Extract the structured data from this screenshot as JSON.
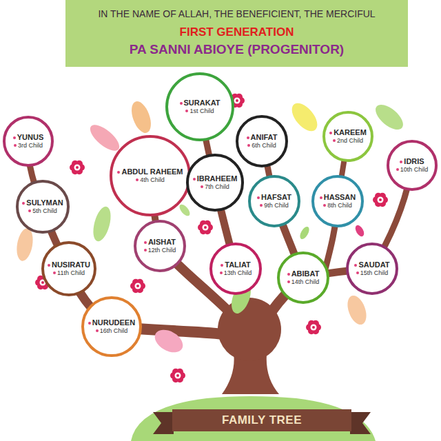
{
  "diagram": {
    "nodes": [
      {
        "text": [
          "IN THE NAME OF ALLAH, THE BENEFICIENT, THE MERCIFUL",
          "FIRST GENERATION",
          "PA SANNI ABIOYE (PROGENITOR)"
        ]
      },
      {
        "text": [
          "SURAKAT",
          "1st Child"
        ]
      },
      {
        "text": [
          "KAREEM",
          "2nd Child"
        ]
      },
      {
        "text": [
          "YUNUS",
          "3rd Child"
        ]
      },
      {
        "text": [
          "ANIFAT",
          "6th Child"
        ]
      },
      {
        "text": [
          "IDRIS",
          "10th Child"
        ]
      },
      {
        "text": [
          "ABDUL RAHEEM",
          "4th Child"
        ]
      },
      {
        "text": [
          "IBRAHEEM",
          "7th Child"
        ]
      },
      {
        "text": [
          "HAFSAT",
          "9th Child"
        ]
      },
      {
        "text": [
          "HASSAN",
          "8th Child"
        ]
      },
      {
        "text": [
          "SULYMAN",
          "5th Child"
        ]
      },
      {
        "text": [
          "AISHAT",
          "12th Child"
        ]
      },
      {
        "text": [
          "NUSIRATU",
          "11th Child"
        ]
      },
      {
        "text": [
          "TALIAT",
          "13th Child"
        ]
      },
      {
        "text": [
          "SAUDAT",
          "15th Child"
        ]
      },
      {
        "text": [
          "ABIBAT",
          "14th Child"
        ]
      },
      {
        "text": [
          "NURUDEEN",
          "16th Child"
        ]
      },
      {
        "text": [
          "FAMILY TREE"
        ]
      }
    ]
  }
}
